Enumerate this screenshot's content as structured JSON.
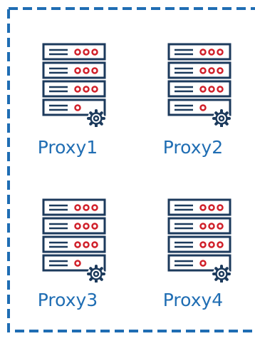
{
  "diagram": {
    "frame": {
      "style": "dashed",
      "color": "#1f6db3"
    },
    "icon_name": "server-rack-with-gear-icon",
    "colors": {
      "stroke": "#1c3a5c",
      "lights": "#d0202a",
      "label": "#1f6db3"
    },
    "nodes": [
      {
        "label": "Proxy1"
      },
      {
        "label": "Proxy2"
      },
      {
        "label": "Proxy3"
      },
      {
        "label": "Proxy4"
      }
    ]
  }
}
